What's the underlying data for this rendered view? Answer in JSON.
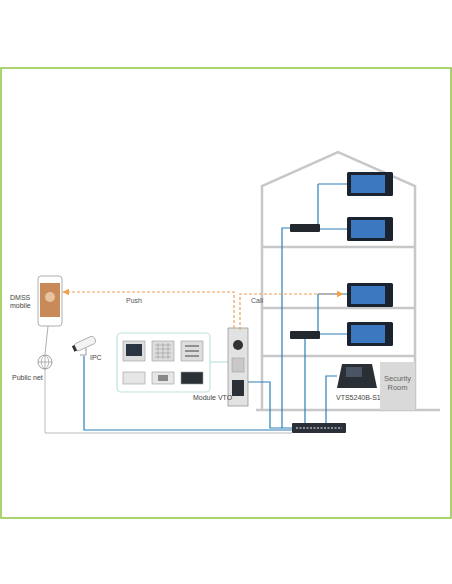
{
  "diagram": {
    "nodes": [
      {
        "text": [
          "DMSS mobile"
        ]
      },
      {
        "text": [
          "Public net"
        ]
      },
      {
        "text": [
          "IPC"
        ]
      },
      {
        "text": [
          "Module VTO"
        ]
      },
      {
        "text": [
          "VTS5240B-S1"
        ]
      },
      {
        "text": [
          "Security Room"
        ]
      }
    ],
    "edges": [
      {
        "from": 3,
        "to": 0,
        "arrow": "to",
        "label": "Push"
      },
      {
        "from": 0,
        "to": 1,
        "arrow": "none"
      }
    ],
    "labels": [
      "Call"
    ]
  }
}
